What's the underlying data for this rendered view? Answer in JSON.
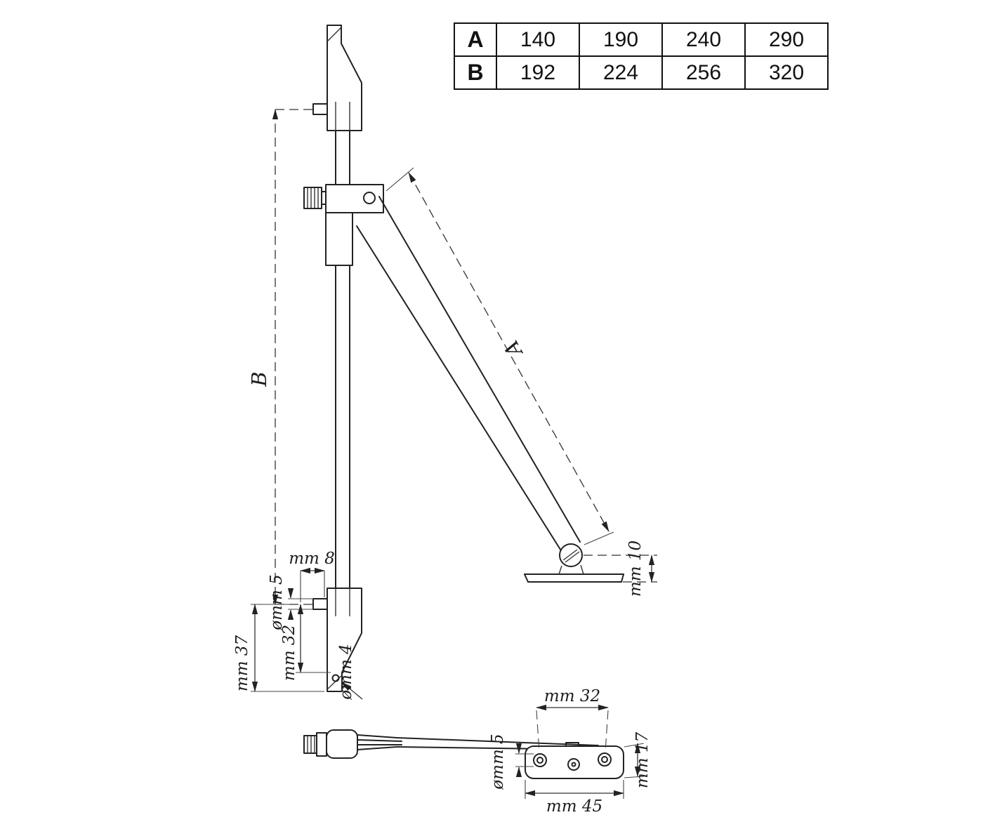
{
  "table": {
    "rows": [
      {
        "label": "A",
        "values": [
          "140",
          "190",
          "240",
          "290"
        ]
      },
      {
        "label": "B",
        "values": [
          "192",
          "224",
          "256",
          "320"
        ]
      }
    ]
  },
  "front_view": {
    "dim_B": "B",
    "dim_A": "A",
    "dim_mm8": "mm 8",
    "dim_dia5": "ømm 5",
    "dim_mm32": "mm 32",
    "dim_mm37": "mm 37",
    "dim_dia4": "ømm 4",
    "dim_mm10": "mm 10"
  },
  "top_view": {
    "dim_mm32": "mm 32",
    "dim_mm17": "mm 17",
    "dim_dia5": "ømm 5",
    "dim_mm45": "mm 45"
  }
}
